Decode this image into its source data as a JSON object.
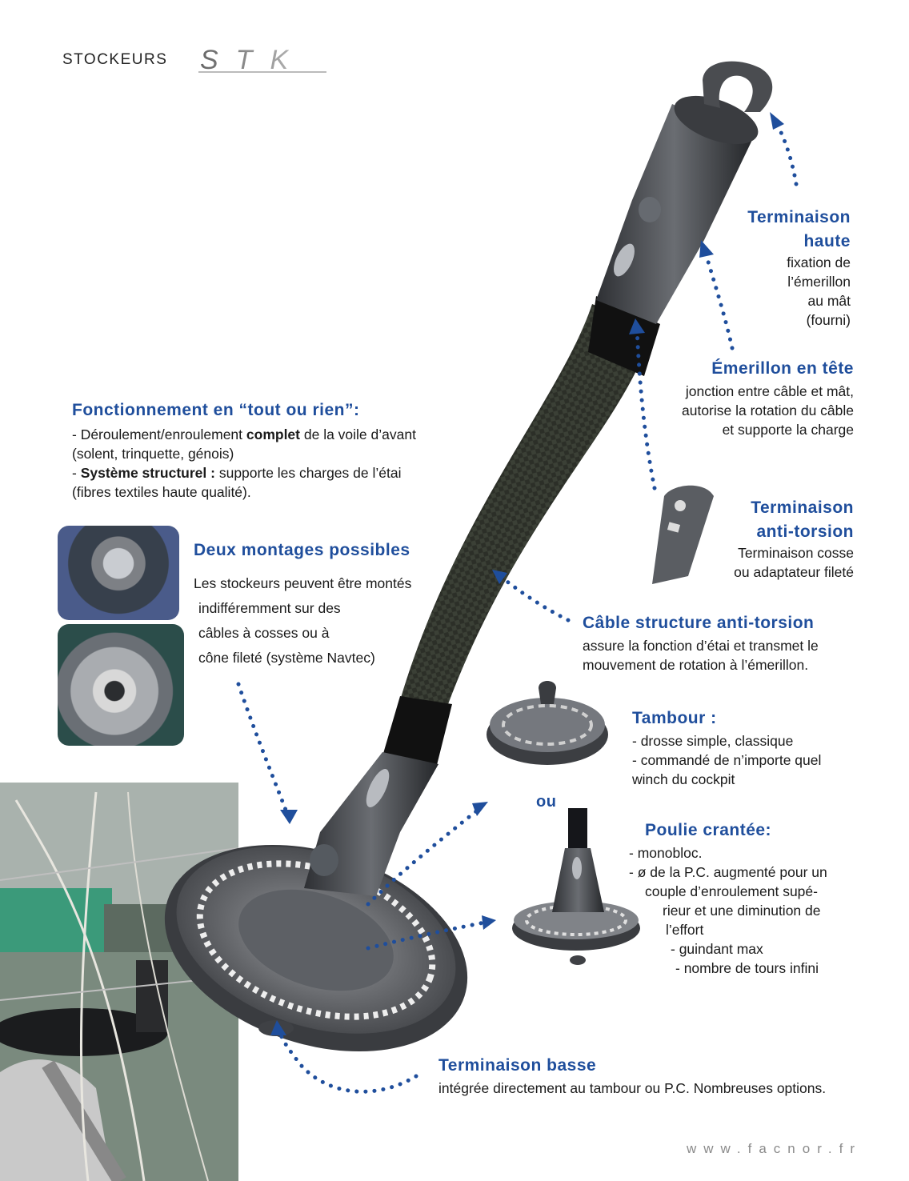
{
  "header": {
    "label": "STOCKEURS",
    "logo_text": "STK"
  },
  "blocks": {
    "term_haute": {
      "title_1": "Terminaison",
      "title_2": "haute",
      "lines": [
        "fixation de",
        "l’émerillon",
        "au mât",
        "(fourni)"
      ]
    },
    "emerillon": {
      "title": "Émerillon en tête",
      "lines": [
        "jonction entre câble et mât,",
        "autorise la rotation du câble",
        "et supporte la charge"
      ]
    },
    "anti_torsion": {
      "title_1": "Terminaison",
      "title_2": "anti-torsion",
      "lines": [
        "Terminaison cosse",
        "ou adaptateur fileté"
      ]
    },
    "cable": {
      "title": "Câble structure anti-torsion",
      "lines": [
        "assure la fonction d’étai et transmet le",
        "mouvement de rotation à l’émerillon."
      ]
    },
    "fonctionnement": {
      "title": "Fonctionnement en “tout ou rien”:",
      "l1_a": "- Déroulement/enroulement ",
      "l1_b": "complet",
      "l1_c": " de la voile d’avant",
      "l2": "(solent, trinquette, génois)",
      "l3_a": "- ",
      "l3_b": "Système structurel :",
      "l3_c": " supporte les charges de l’étai",
      "l4": "(fibres textiles haute qualité)."
    },
    "montages": {
      "title": "Deux montages possibles",
      "lines": [
        "Les stockeurs peuvent être montés",
        "indifféremment sur des",
        "câbles à cosses ou à",
        "cône fileté (système Navtec)"
      ]
    },
    "tambour": {
      "title": "Tambour :",
      "lines": [
        "- drosse simple, classique",
        "- commandé de n’importe quel",
        "winch du cockpit"
      ]
    },
    "ou": "ou",
    "poulie": {
      "title": "Poulie crantée:",
      "lines": [
        "- monobloc.",
        "-  ø de la P.C. augmenté pour un",
        "couple d’enroulement supé-",
        "rieur et une diminution de",
        "l’effort",
        "- guindant max",
        "- nombre de tours infini"
      ]
    },
    "term_basse": {
      "title": "Terminaison basse",
      "lines": [
        "intégrée directement au tambour ou P.C. Nombreuses options."
      ]
    }
  },
  "footer": {
    "url": "www.facnor.fr"
  },
  "colors": {
    "accent": "#1f4e9c",
    "text": "#1a1a1a",
    "footer": "#8a8a8a"
  }
}
